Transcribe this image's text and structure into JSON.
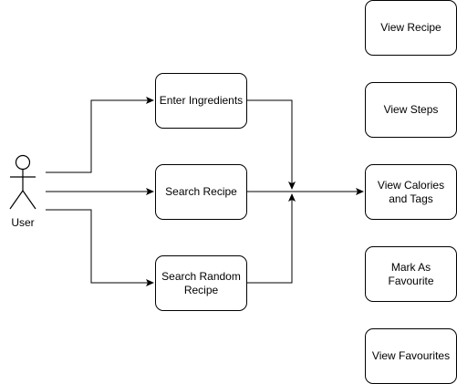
{
  "diagram": {
    "actor": {
      "label": "User",
      "icon": "stick-figure-icon"
    },
    "actions": [
      {
        "id": "enter-ingredients",
        "label": "Enter Ingredients"
      },
      {
        "id": "search-recipe",
        "label": "Search Recipe"
      },
      {
        "id": "search-random-recipe",
        "label": "Search Random Recipe"
      }
    ],
    "outcomes": [
      {
        "id": "view-recipe",
        "label": "View Recipe"
      },
      {
        "id": "view-steps",
        "label": "View Steps"
      },
      {
        "id": "view-calories-and-tags",
        "label": "View Calories and Tags"
      },
      {
        "id": "mark-as-favourite",
        "label": "Mark As Favourite"
      },
      {
        "id": "view-favourites",
        "label": "View Favourites"
      }
    ],
    "colors": {
      "stroke": "#000000",
      "fill": "#ffffff",
      "text": "#000000"
    }
  }
}
